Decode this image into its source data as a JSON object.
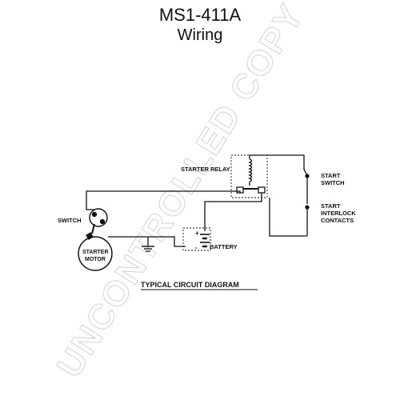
{
  "header": {
    "model": "MS1-411A",
    "subtitle": "Wiring"
  },
  "diagram": {
    "caption": "TYPICAL CIRCUIT DIAGRAM",
    "labels": {
      "starter_relay": "STARTER RELAY",
      "start_switch_line1": "START",
      "start_switch_line2": "SWITCH",
      "interlock_line1": "START",
      "interlock_line2": "INTERLOCK",
      "interlock_line3": "CONTACTS",
      "switch": "SWITCH",
      "battery": "BATTERY",
      "motor_line1": "STARTER",
      "motor_line2": "MOTOR",
      "battery_plus": "+",
      "battery_minus": "-"
    },
    "watermark": "UNCONTROLLED COPY"
  }
}
